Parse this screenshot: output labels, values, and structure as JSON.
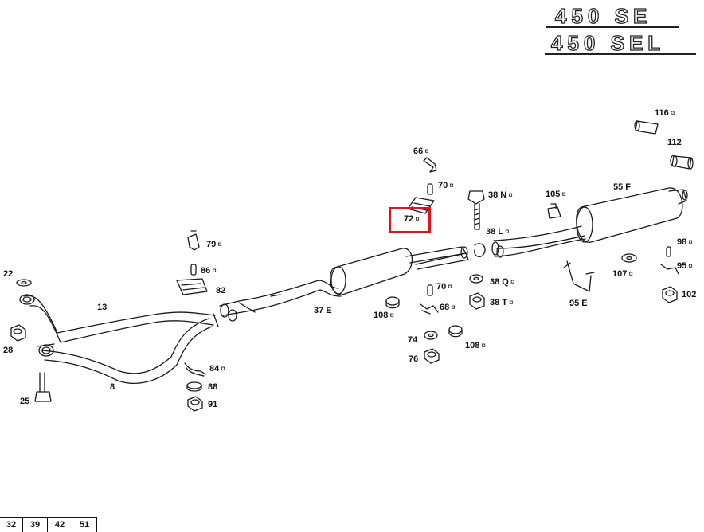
{
  "diagram": {
    "models": [
      "450 SE",
      "450 SEL"
    ],
    "symbol": "¤",
    "highlighted_part": "72",
    "parts": {
      "p116": "116",
      "p112": "112",
      "p66": "66",
      "p70a": "70",
      "p38n": "38 N",
      "p105": "105",
      "p55f": "55 F",
      "p72": "72",
      "p38l": "38 L",
      "p98": "98",
      "p79": "79",
      "p86": "86",
      "p82": "82",
      "p95": "95",
      "p22": "22",
      "p107": "107",
      "p102": "102",
      "p13": "13",
      "p70b": "70",
      "p38q": "38 Q",
      "p37e": "37 E",
      "p68": "68",
      "p38t": "38 T",
      "p95e": "95 E",
      "p108a": "108",
      "p28": "28",
      "p74": "74",
      "p108b": "108",
      "p84": "84",
      "p76": "76",
      "p8": "8",
      "p88": "88",
      "p25": "25",
      "p91": "91"
    },
    "page_refs": [
      "32",
      "39",
      "42",
      "51"
    ]
  }
}
